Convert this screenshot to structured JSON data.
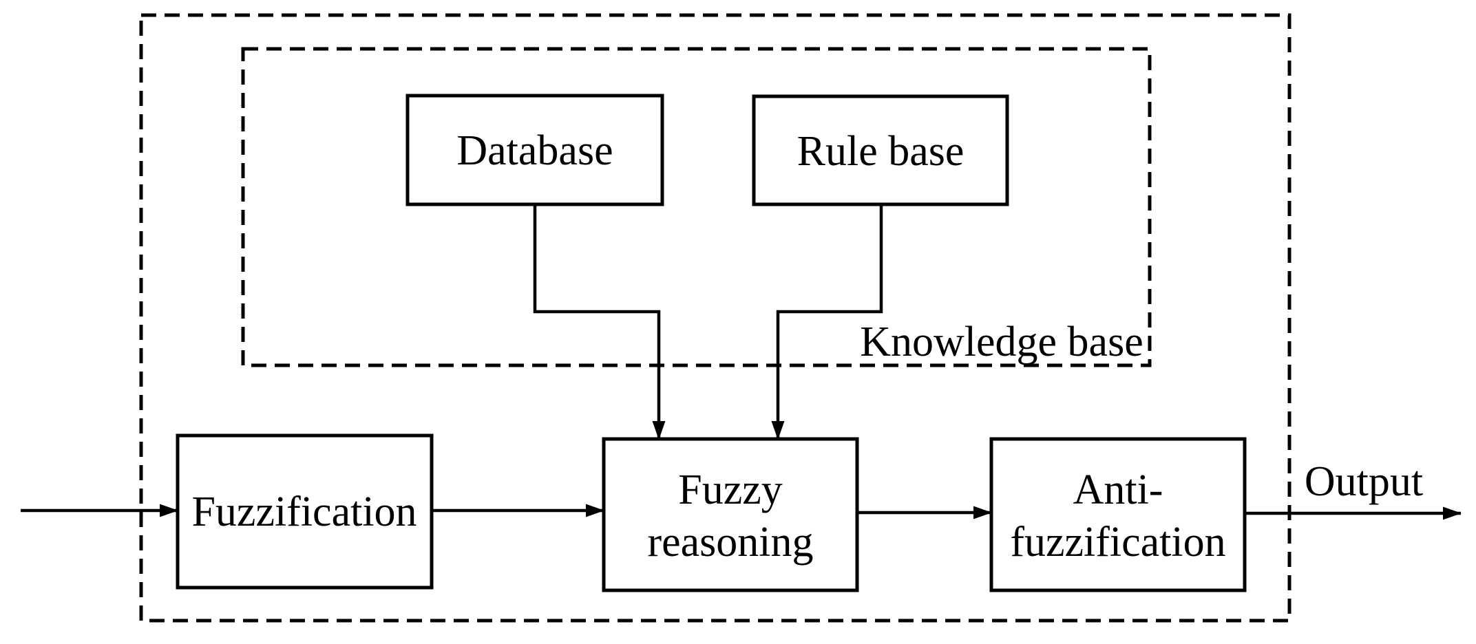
{
  "colors": {
    "background": "#ffffff",
    "line": "#000000",
    "text": "#000000"
  },
  "diagram": {
    "containers": {
      "outer": {
        "label": ""
      },
      "knowledge_base": {
        "label": "Knowledge base"
      }
    },
    "nodes": {
      "database": {
        "label": "Database"
      },
      "rule_base": {
        "label": "Rule base"
      },
      "fuzzification": {
        "label": "Fuzzification"
      },
      "fuzzy_reasoning": {
        "lines": [
          "Fuzzy",
          "reasoning"
        ]
      },
      "anti_fuzzification": {
        "lines": [
          "Anti-",
          "fuzzification"
        ]
      }
    },
    "labels": {
      "output": "Output"
    },
    "edges": [
      {
        "from": "external-input",
        "to": "fuzzification",
        "style": "straight-arrow"
      },
      {
        "from": "fuzzification",
        "to": "fuzzy_reasoning",
        "style": "straight-arrow"
      },
      {
        "from": "fuzzy_reasoning",
        "to": "anti_fuzzification",
        "style": "straight-arrow"
      },
      {
        "from": "anti_fuzzification",
        "to": "external-output",
        "style": "straight-arrow"
      },
      {
        "from": "database",
        "to": "fuzzy_reasoning",
        "style": "elbow-arrow"
      },
      {
        "from": "rule_base",
        "to": "fuzzy_reasoning",
        "style": "elbow-arrow"
      }
    ]
  }
}
